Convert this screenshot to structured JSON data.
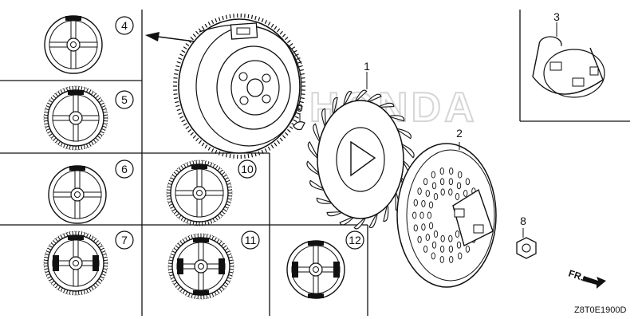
{
  "diagram": {
    "watermark": "HONDA",
    "code": "Z8T0E1900D",
    "direction_label": "FR.",
    "variants": [
      {
        "id": "4",
        "label": "4",
        "ring": "plain"
      },
      {
        "id": "5",
        "label": "5",
        "ring": "gear"
      },
      {
        "id": "6",
        "label": "6",
        "ring": "plain"
      },
      {
        "id": "7",
        "label": "7",
        "ring": "gear"
      },
      {
        "id": "10",
        "label": "10",
        "ring": "gear"
      },
      {
        "id": "11",
        "label": "11",
        "ring": "gear"
      },
      {
        "id": "12",
        "label": "12",
        "ring": "plain"
      }
    ],
    "parts": [
      {
        "id": "1",
        "label": "1",
        "name": "cooling fan"
      },
      {
        "id": "2",
        "label": "2",
        "name": "fan cover"
      },
      {
        "id": "3",
        "label": "3",
        "name": "starter pulley"
      },
      {
        "id": "8",
        "label": "8",
        "name": "flange nut"
      },
      {
        "id": "9",
        "label": "9",
        "name": "woodruff key"
      }
    ]
  }
}
